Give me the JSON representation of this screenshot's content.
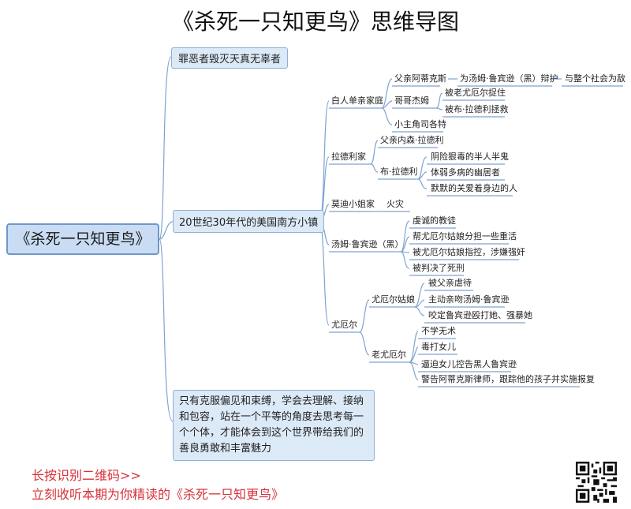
{
  "title": "《杀死一只知更鸟》思维导图",
  "root": "《杀死一只知更鸟》",
  "branch1": "罪恶者毁灭天真无辜者",
  "branch2": "20世纪30年代的美国南方小镇",
  "branch3": "只有克服偏见和束缚，学会去理解、接纳和包容，站在一个平等的角度去思考每一个个体，才能体会到这个世界带给我们的善良勇敢和丰富魅力",
  "family_white": {
    "label": "白人单亲家庭",
    "father": "父亲阿蒂克斯",
    "father_sub1": "为汤姆·鲁宾逊（黑）辩护",
    "father_sub2": "与整个社会为敌",
    "brother": "哥哥杰姆",
    "brother_sub1": "被老尤厄尔捉住",
    "brother_sub2": "被布·拉德利拯救",
    "hero": "小主角司各特"
  },
  "radley": {
    "label": "拉德利家",
    "father": "父亲内森·拉德利",
    "boo": "布·拉德利",
    "boo_sub1": "阴险狠毒的半人半鬼",
    "boo_sub2": "体弱多病的幽居者",
    "boo_sub3": "默默的关爱着身边的人"
  },
  "maudie": {
    "label": "莫迪小姐家",
    "sub": "火灾"
  },
  "tom": {
    "label": "汤姆·鲁宾逊（黑）",
    "sub1": "虔诚的教徒",
    "sub2": "帮尤厄尔姑娘分担一些重活",
    "sub3": "被尤厄尔姑娘指控，涉嫌强奸",
    "sub4": "被判决了死刑"
  },
  "ewell": {
    "label": "尤厄尔",
    "girl": "尤厄尔姑娘",
    "girl_sub1": "被父亲虐待",
    "girl_sub2": "主动亲吻汤姆·鲁宾逊",
    "girl_sub3": "咬定鲁宾逊殴打她、强暴她",
    "old": "老尤厄尔",
    "old_sub1": "不学无术",
    "old_sub2": "毒打女儿",
    "old_sub3": "逼迫女儿控告黑人鲁宾逊",
    "old_sub4": "警告阿蒂克斯律师，跟踪他的孩子并实施报复"
  },
  "promo": {
    "line1": "长按识别二维码>>",
    "line2": "立刻收听本期为你精读的《杀死一只知更鸟》"
  },
  "colors": {
    "line": "#7ea4cf",
    "box_fill": "#dce9f7",
    "box_border": "#8eb0d6",
    "promo": "#d6323a"
  }
}
